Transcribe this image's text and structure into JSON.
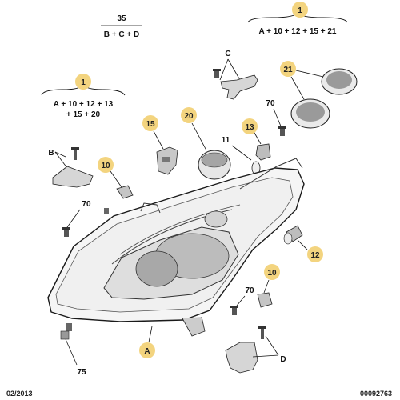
{
  "diagram": {
    "brace_groups": [
      {
        "id": "top-center",
        "top": "35",
        "bottom": "B + C + D"
      },
      {
        "id": "top-right",
        "top": "1",
        "bottom": "A + 10 + 12 + 15 + 21"
      },
      {
        "id": "left",
        "top": "1",
        "bottom": [
          "A + 10 + 12 + 13",
          "+ 15 + 20"
        ]
      }
    ],
    "bubbles": {
      "b1_right": "1",
      "b1_left": "1",
      "b21": "21",
      "b20": "20",
      "b15": "15",
      "b13": "13",
      "b10_left": "10",
      "b10_bottom": "10",
      "b12": "12",
      "bA": "A"
    },
    "labels": {
      "c": "C",
      "b": "B",
      "d": "D",
      "n70_top": "70",
      "n70_left": "70",
      "n70_bottom": "70",
      "n11": "11",
      "n75": "75"
    },
    "footer": {
      "date": "02/2013",
      "ref": "00092763"
    },
    "colors": {
      "bubble_fill": "#f3d47f",
      "line": "#1a1a1a",
      "part_gray": "#cfcfcf",
      "lens_fill": "#f4f4f4"
    }
  }
}
